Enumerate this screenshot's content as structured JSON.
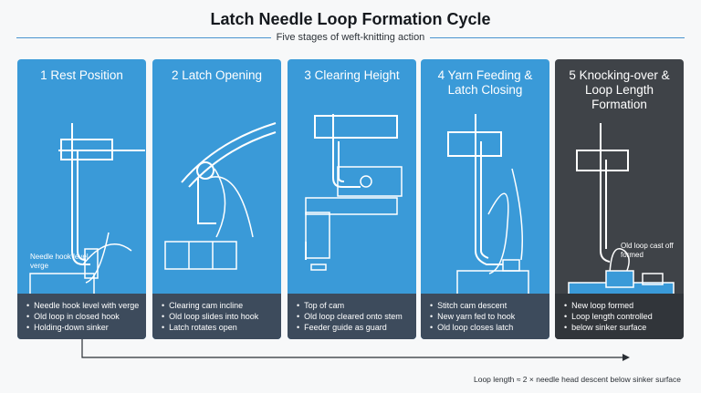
{
  "title": "Latch Needle Loop Formation Cycle",
  "subtitle": "Five stages of weft-knitting action",
  "panels": [
    {
      "title": "1 Rest Position",
      "bullets": [
        "Needle hook level with verge",
        "Old loop in closed hook",
        "Holding-down sinker"
      ],
      "figure_label": "Needle hook level verge"
    },
    {
      "title": "2 Latch Opening",
      "bullets": [
        "Clearing cam incline",
        "Old loop slides into hook",
        "Latch rotates open"
      ]
    },
    {
      "title": "3 Clearing Height",
      "bullets": [
        "Top of cam",
        "Old loop cleared onto stem",
        "Feeder guide as guard"
      ]
    },
    {
      "title": "4 Yarn Feeding & Latch Closing",
      "bullets": [
        "Stitch cam descent",
        "New yarn fed to hook",
        "Old loop closes latch"
      ]
    },
    {
      "title": "5 Knocking-over & Loop Length Formation",
      "bullets": [
        "New loop formed",
        "Loop length controlled",
        "below sinker surface"
      ],
      "figure_label": "Old loop cast off formed"
    }
  ],
  "footnote": "Loop length ≈ 2 × needle head descent below sinker surface",
  "colors": {
    "panel": "#3a9ad8",
    "panel_dark": "#3f4348",
    "caption": "#3d4b5c"
  }
}
